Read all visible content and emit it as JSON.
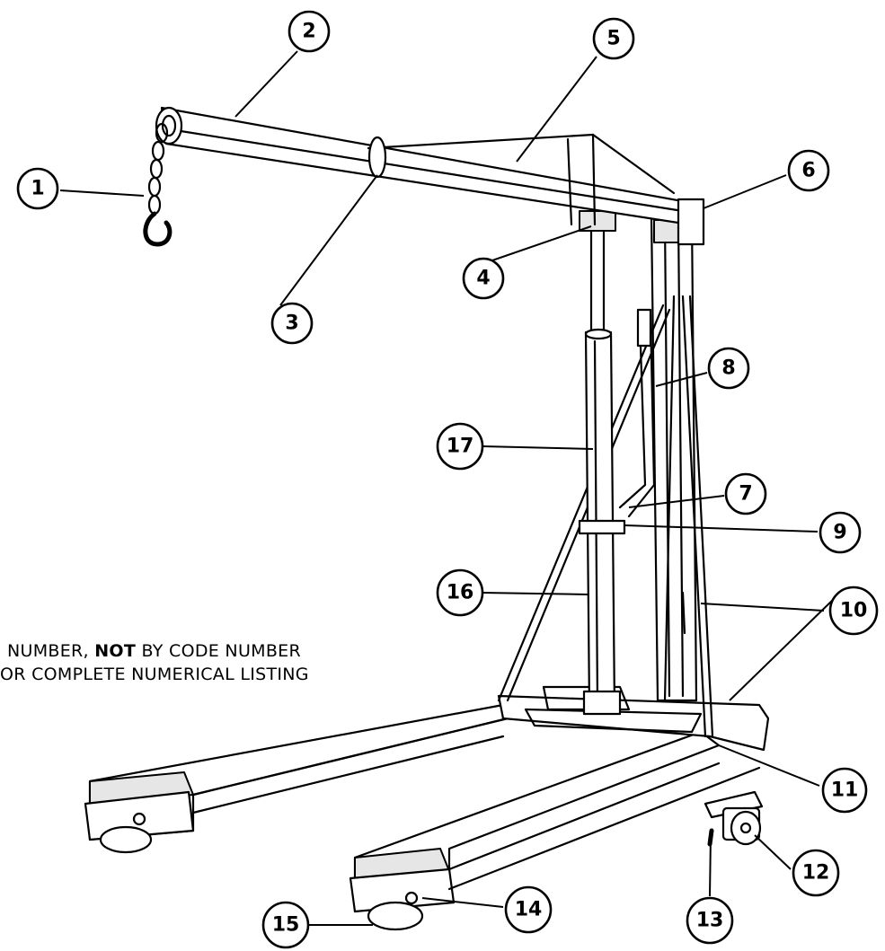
{
  "callouts": [
    "1",
    "2",
    "3",
    "4",
    "5",
    "6",
    "7",
    "8",
    "9",
    "10",
    "11",
    "12",
    "13",
    "14",
    "15",
    "16",
    "17"
  ],
  "note": {
    "line1_prefix": "NUMBER, ",
    "line1_bold": "NOT",
    "line1_suffix": " BY CODE NUMBER",
    "line2": "OR COMPLETE NUMERICAL LISTING"
  }
}
